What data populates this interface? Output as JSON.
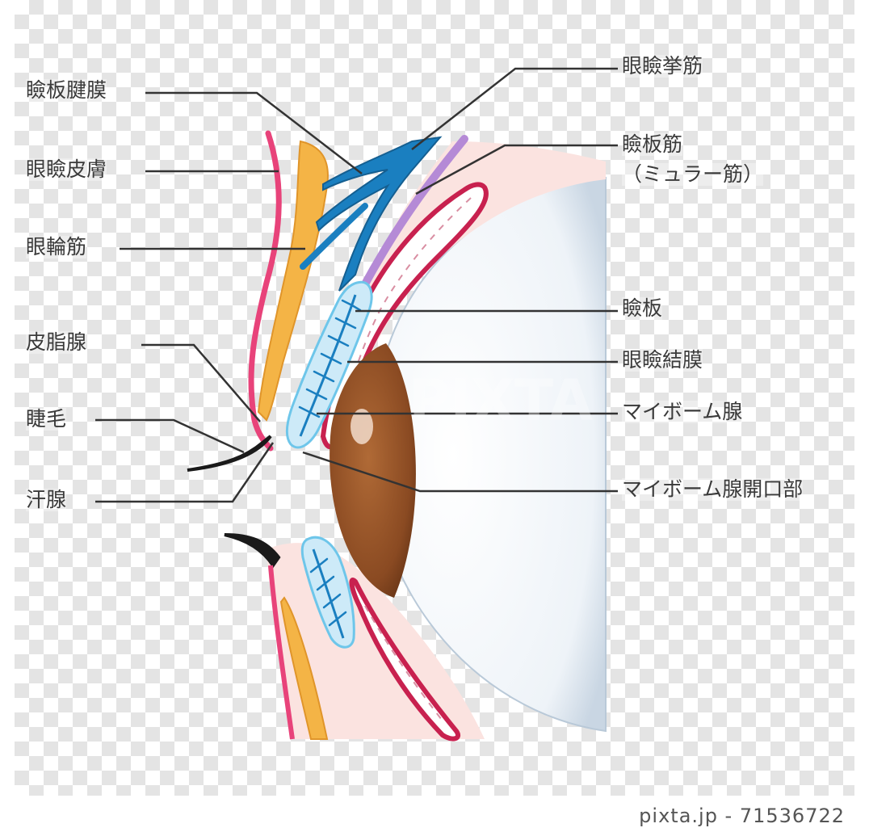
{
  "labels": {
    "left": {
      "l1": "瞼板腱膜",
      "l2": "眼瞼皮膚",
      "l3": "眼輪筋",
      "l4": "皮脂腺",
      "l5": "睫毛",
      "l6": "汗腺"
    },
    "right": {
      "r1": "眼瞼挙筋",
      "r2a": "瞼板筋",
      "r2b": "（ミュラー筋）",
      "r3": "瞼板",
      "r4": "眼瞼結膜",
      "r5": "マイボーム腺",
      "r6": "マイボーム腺開口部"
    }
  },
  "footer": {
    "credit": "pixta.jp - 71536722"
  },
  "colors": {
    "skin": "#e8437a",
    "orbicularis": "#f4b446",
    "levator": "#1a7fc0",
    "muller": "#b58ad6",
    "conjunctiva": "#c8214f",
    "tarsus": "#6ec6ea",
    "iris": "#8a4a22",
    "leader": "#333333"
  }
}
